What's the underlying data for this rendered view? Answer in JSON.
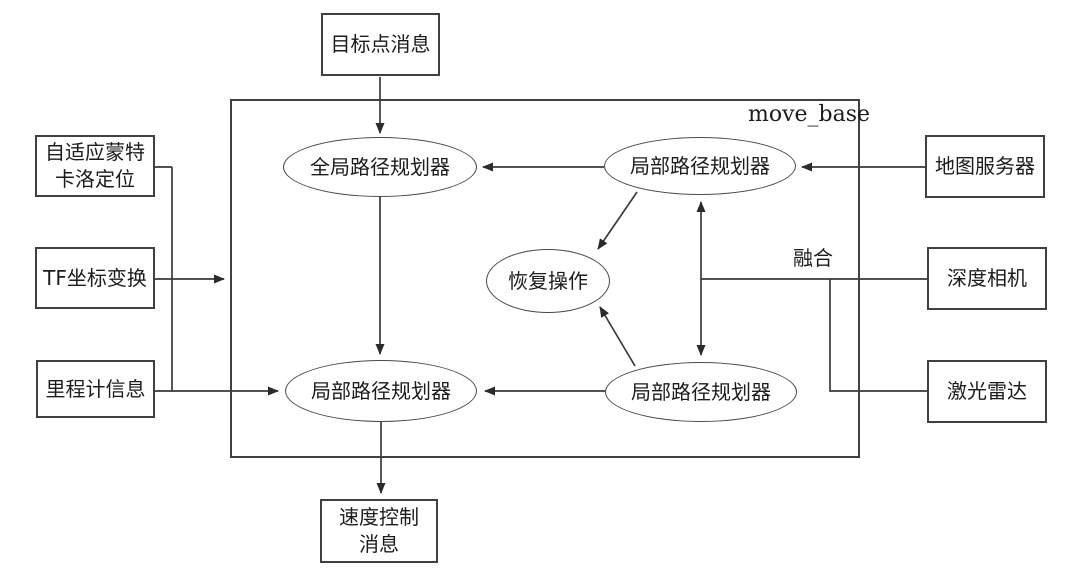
{
  "diagram": {
    "type": "flowchart",
    "description_visible_text_only": true,
    "colors": {
      "background": "#ffffff",
      "line": "#3a3a3a",
      "text": "#1c1c1c"
    },
    "container": {
      "label": "move_base"
    },
    "fusion": {
      "label": "融合"
    },
    "nodes": {
      "goal": "目标点消息",
      "amcl": "自适应蒙特\n卡洛定位",
      "tf": "TF坐标变换",
      "odometry": "里程计信息",
      "global_planner": "全局路径规划器",
      "local_planner_top": "局部路径规划器",
      "recovery": "恢复操作",
      "local_planner_bottom": "局部路径规划器",
      "local_planner_right": "局部路径规划器",
      "map_server": "地图服务器",
      "depth_camera": "深度相机",
      "lidar": "激光雷达",
      "velocity": "速度控制\n消息"
    }
  }
}
